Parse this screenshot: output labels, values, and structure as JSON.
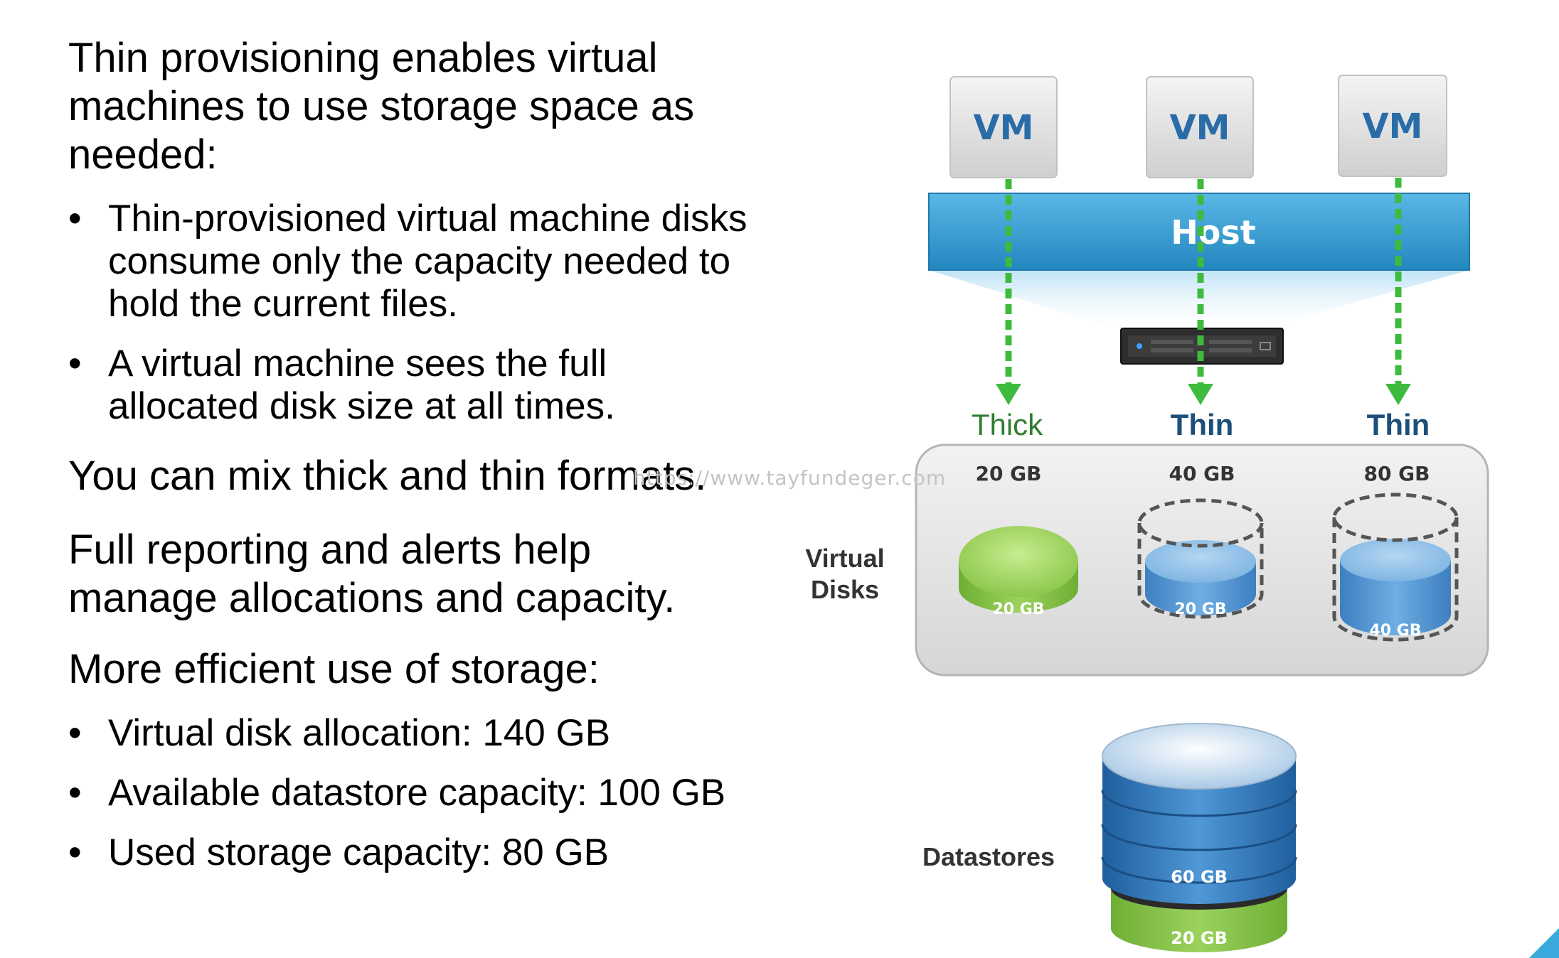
{
  "left_text": {
    "heading1": [
      "Thin provisioning enables virtual",
      "machines to use storage space as",
      "needed:"
    ],
    "bullets1": [
      [
        "Thin-provisioned virtual machine disks",
        "consume only the capacity needed to",
        "hold the current files."
      ],
      [
        "A virtual machine sees the full",
        "allocated disk size at all times."
      ]
    ],
    "para2": "You can mix thick and thin formats.",
    "para3": [
      "Full reporting and alerts help",
      "manage allocations and capacity."
    ],
    "heading4": "More efficient use of storage:",
    "bullets2": [
      "Virtual disk allocation: 140 GB",
      "Available datastore capacity: 100 GB",
      "Used storage capacity: 80 GB"
    ],
    "bullet_char": "•"
  },
  "watermark": "https://www.tayfundeger.com",
  "diagram": {
    "vm_labels": [
      "VM",
      "VM",
      "VM"
    ],
    "host_label": "Host",
    "disk_types": [
      "Thick",
      "Thin",
      "Thin"
    ],
    "allocated_sizes": [
      "20 GB",
      "40 GB",
      "80 GB"
    ],
    "used_sizes": [
      "20 GB",
      "20 GB",
      "40 GB"
    ],
    "virtual_disks_label": [
      "Virtual",
      "Disks"
    ],
    "datastores_label": "Datastores",
    "datastore_segments": [
      "60 GB",
      "20 GB"
    ],
    "colors": {
      "vm_text": "#2a6ca8",
      "host_fill": "#2e96cc",
      "arrow": "#3dbb3d",
      "thick_label": "#2f7d2f",
      "thin_label": "#1d4f7a",
      "disk_green": "#8bc34a",
      "disk_blue": "#5b9bd5"
    }
  }
}
